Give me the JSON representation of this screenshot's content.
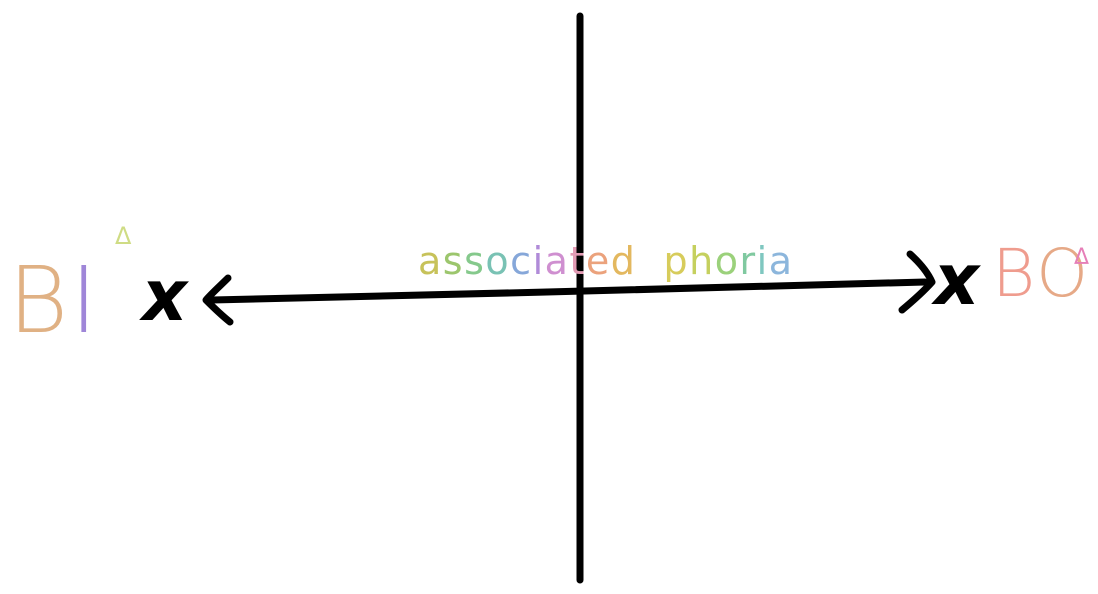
{
  "diagram": {
    "center_label": "associated phoria",
    "center_label_letter_colors": [
      "#c7c25a",
      "#9cc66d",
      "#85c98c",
      "#79c2b4",
      "#86a7d9",
      "#b08bd8",
      "#cf8fd0",
      "#e29bb4",
      "#eba27c",
      "#e3b85f",
      "#d7cc5b",
      "#c5d05e",
      "#9bd17b",
      "#80c9a0",
      "#7fc7c0",
      "#8cb6dc",
      "#b9c968"
    ],
    "left_marker": "x",
    "right_marker": "x",
    "left_label": {
      "letters": [
        {
          "text": "B",
          "color": "#e0b184"
        },
        {
          "text": "I",
          "color": "#9f86d8"
        }
      ],
      "superscript": {
        "text": "Δ",
        "color": "#cfdc84"
      }
    },
    "right_label": {
      "letters": [
        {
          "text": "B",
          "color": "#ef9c8e"
        },
        {
          "text": "O",
          "color": "#e6a987"
        }
      ],
      "superscript": {
        "text": "Δ",
        "color": "#e67fb8"
      }
    },
    "colors": {
      "axis": "#000000",
      "background": "#ffffff"
    }
  }
}
